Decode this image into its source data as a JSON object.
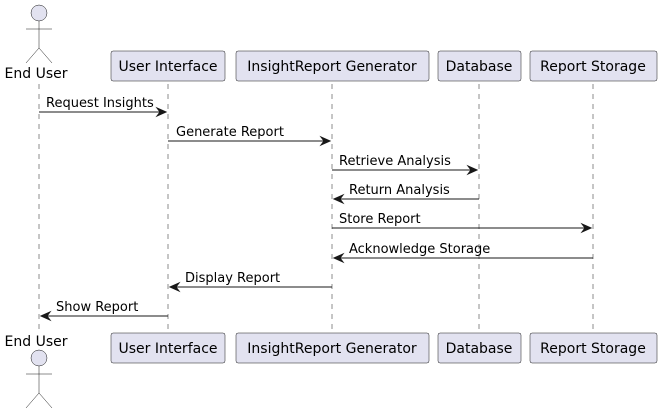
{
  "colors": {
    "participant_fill": "#E2E2F0",
    "stroke": "#181818",
    "text": "#000000",
    "background": "#FFFFFF"
  },
  "actor": {
    "label": "End User"
  },
  "participants": [
    {
      "id": "user_interface",
      "label": "User Interface"
    },
    {
      "id": "insight_generator",
      "label": "InsightReport Generator"
    },
    {
      "id": "database",
      "label": "Database"
    },
    {
      "id": "report_storage",
      "label": "Report Storage"
    }
  ],
  "messages": [
    {
      "from": "end_user",
      "to": "user_interface",
      "label": "Request Insights"
    },
    {
      "from": "user_interface",
      "to": "insight_generator",
      "label": "Generate Report"
    },
    {
      "from": "insight_generator",
      "to": "database",
      "label": "Retrieve Analysis"
    },
    {
      "from": "database",
      "to": "insight_generator",
      "label": "Return Analysis"
    },
    {
      "from": "insight_generator",
      "to": "report_storage",
      "label": "Store Report"
    },
    {
      "from": "report_storage",
      "to": "insight_generator",
      "label": "Acknowledge Storage"
    },
    {
      "from": "insight_generator",
      "to": "user_interface",
      "label": "Display Report"
    },
    {
      "from": "user_interface",
      "to": "end_user",
      "label": "Show Report"
    }
  ]
}
